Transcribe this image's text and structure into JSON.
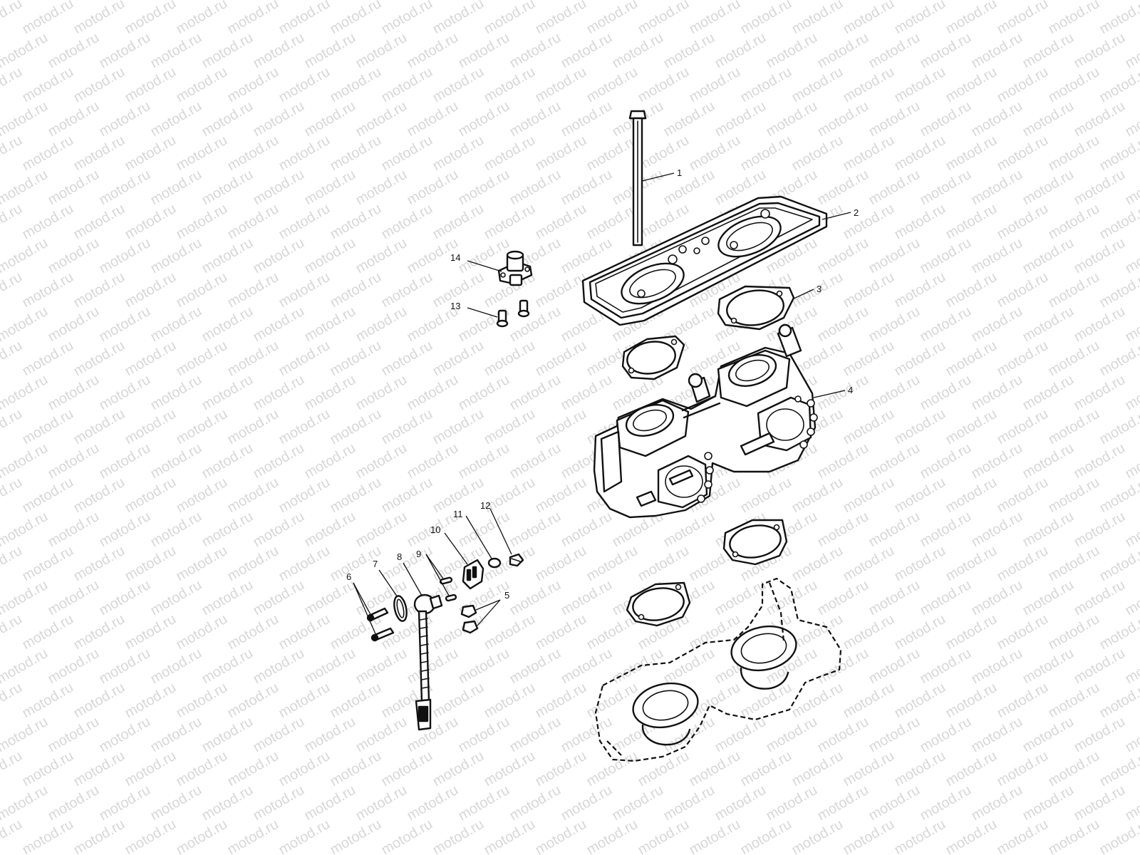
{
  "watermark": {
    "text": "motod.ru",
    "color": "#d7d7d7"
  },
  "callouts": [
    {
      "id": "1",
      "label": "1"
    },
    {
      "id": "2",
      "label": "2"
    },
    {
      "id": "3",
      "label": "3"
    },
    {
      "id": "4",
      "label": "4"
    },
    {
      "id": "5",
      "label": "5"
    },
    {
      "id": "6",
      "label": "6"
    },
    {
      "id": "7",
      "label": "7"
    },
    {
      "id": "8",
      "label": "8"
    },
    {
      "id": "9",
      "label": "9"
    },
    {
      "id": "10",
      "label": "10"
    },
    {
      "id": "11",
      "label": "11"
    },
    {
      "id": "12",
      "label": "12"
    },
    {
      "id": "13",
      "label": "13"
    },
    {
      "id": "14",
      "label": "14"
    }
  ]
}
